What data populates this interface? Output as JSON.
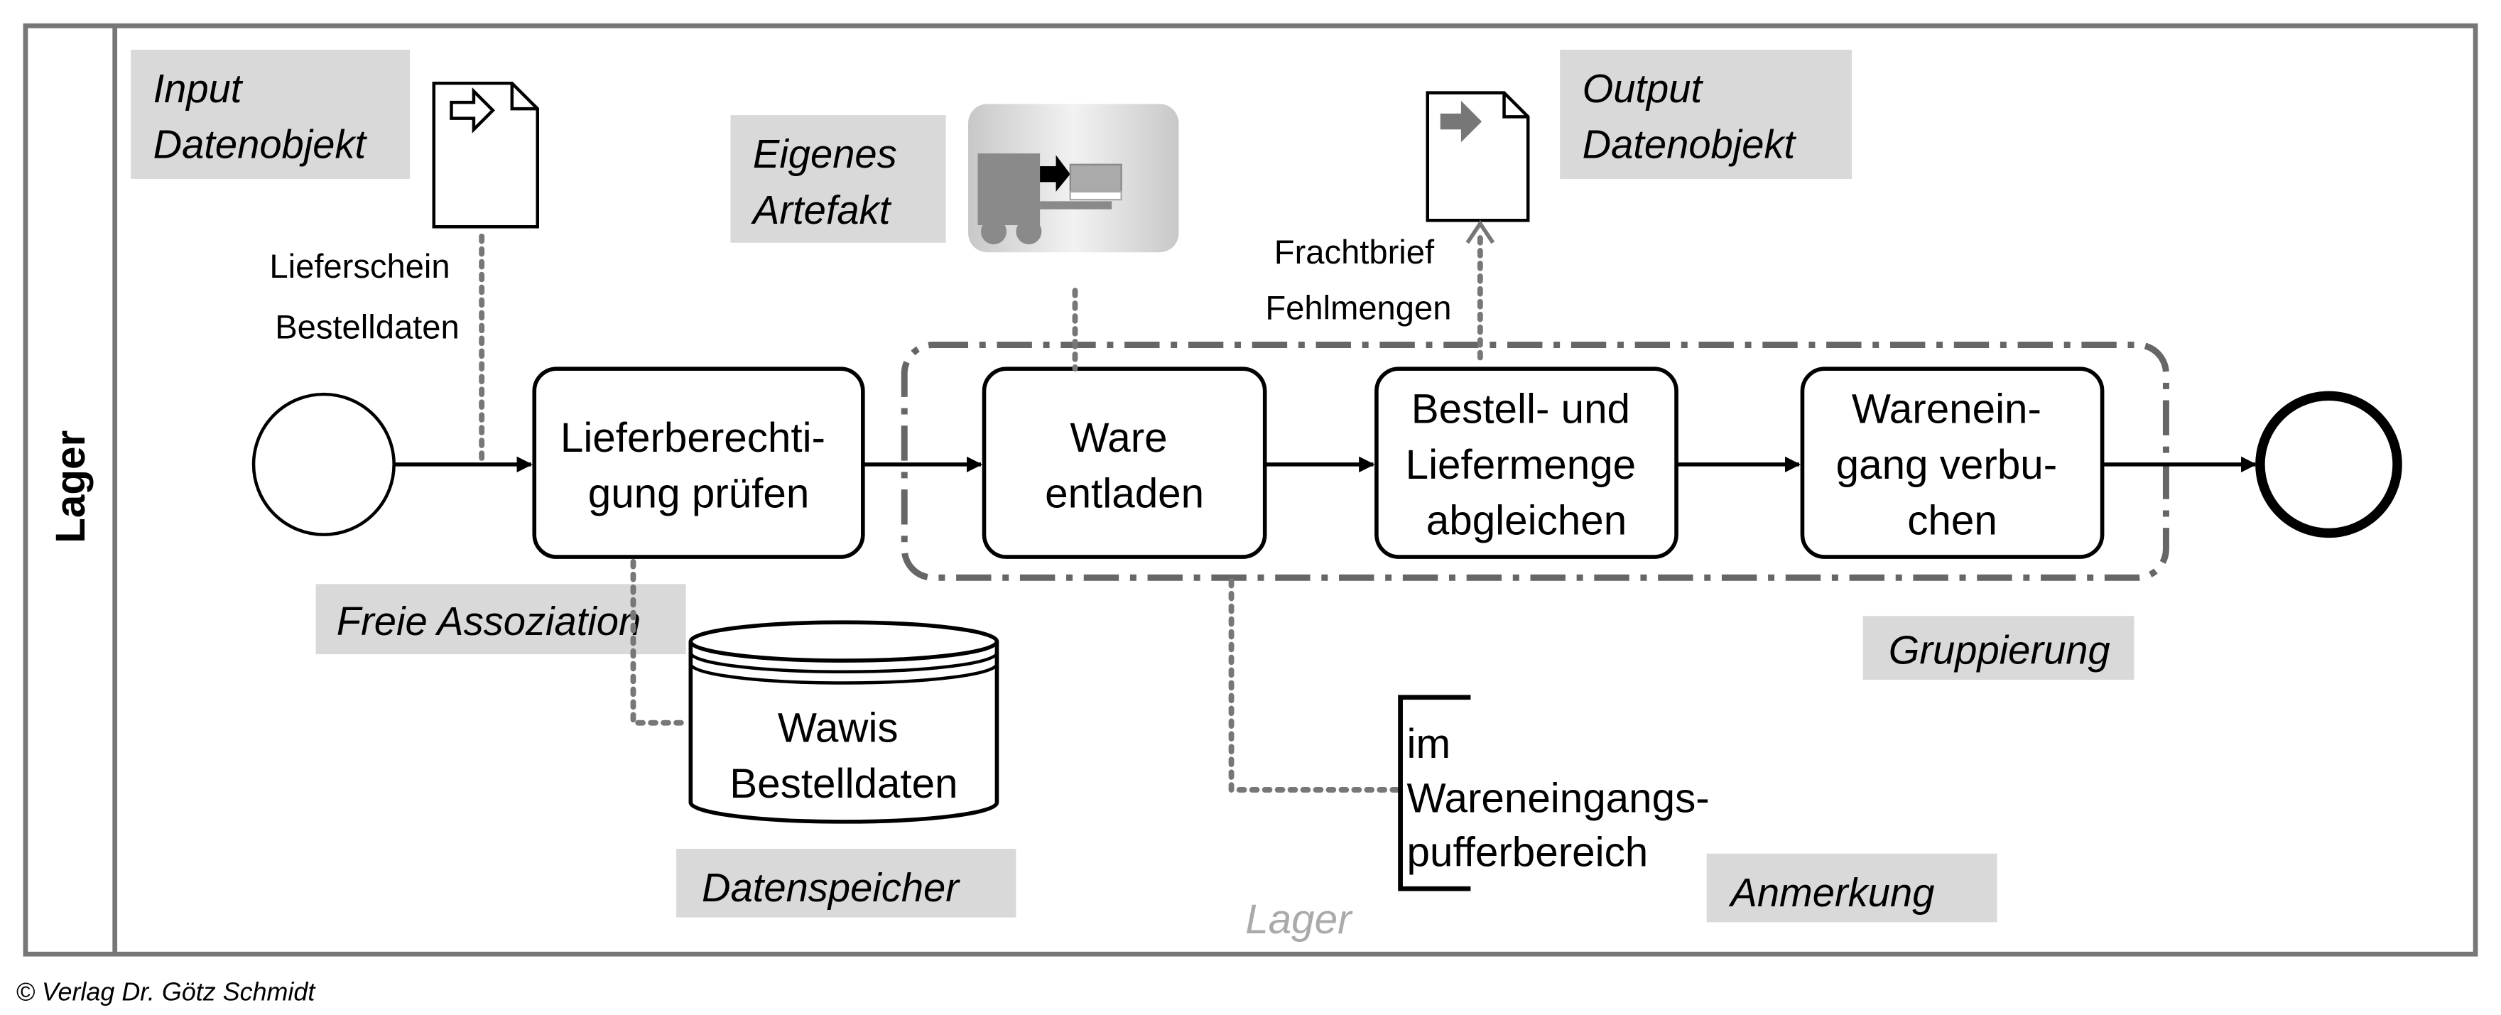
{
  "pool": {
    "label": "Lager"
  },
  "lane_watermark": "Lager",
  "tasks": [
    {
      "lines": [
        "Lieferberechti-",
        "gung prüfen"
      ]
    },
    {
      "lines": [
        "Ware",
        "entladen"
      ]
    },
    {
      "lines": [
        "Bestell- und",
        "Liefermenge",
        "abgleichen"
      ]
    },
    {
      "lines": [
        "Warenein-",
        "gang verbu-",
        "chen"
      ]
    }
  ],
  "legend_labels": {
    "input": [
      "Input",
      "Datenobjekt"
    ],
    "artefakt": [
      "Eigenes",
      "Artefakt"
    ],
    "output": [
      "Output",
      "Datenobjekt"
    ],
    "assoziation": "Freie Assoziation",
    "gruppierung": "Gruppierung",
    "datenspeicher": "Datenspeicher",
    "anmerkung": "Anmerkung"
  },
  "input_data": [
    "Lieferschein",
    "Bestelldaten"
  ],
  "output_data": [
    "Frachtbrief",
    "Fehlmengen"
  ],
  "datastore": [
    "Wawis",
    "Bestelldaten"
  ],
  "annotation": [
    "im",
    "Wareneingangs-",
    "pufferbereich"
  ],
  "copyright": "© Verlag Dr. Götz Schmidt",
  "colors": {
    "label_bg": "#d9d9d9",
    "border": "#777777",
    "group": "#666666"
  }
}
